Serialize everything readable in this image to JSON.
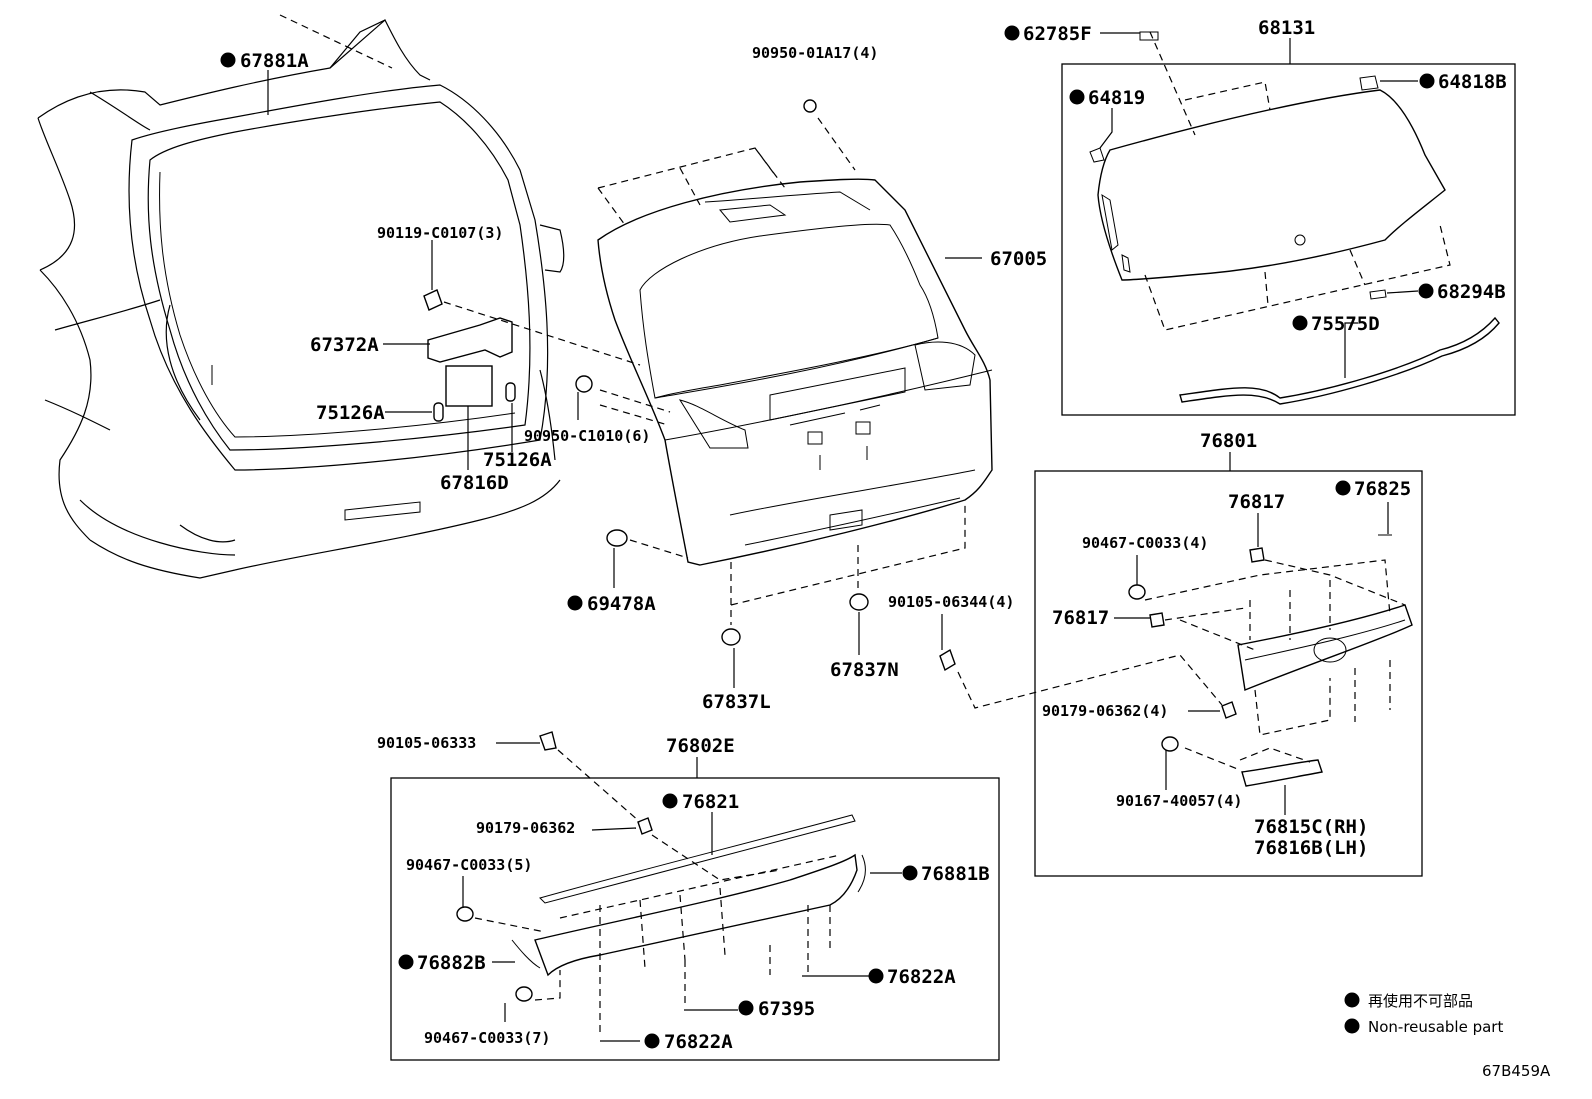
{
  "diagram_code": "67B459A",
  "legend": {
    "marker": "●",
    "ja": "再使用不可部品",
    "en": "Non-reusable part"
  },
  "labels": {
    "p67881A": "67881A",
    "p90950_01A17": "90950-01A17(4)",
    "p62785F": "62785F",
    "p68131": "68131",
    "p64819": "64819",
    "p64818B": "64818B",
    "p90119": "90119-C0107(3)",
    "p67005": "67005",
    "p68294B": "68294B",
    "p75575D": "75575D",
    "p67372A": "67372A",
    "p75126A_l": "75126A",
    "p75126A_r": "75126A",
    "p67816D": "67816D",
    "p90950_C1010": "90950-C1010(6)",
    "p76801": "76801",
    "p76817_top": "76817",
    "p76825": "76825",
    "p90467_4": "90467-C0033(4)",
    "p69478A": "69478A",
    "p90105_4": "90105-06344(4)",
    "p76817_mid": "76817",
    "p67837N": "67837N",
    "p67837L": "67837L",
    "p90179_4": "90179-06362(4)",
    "p90167": "90167-40057(4)",
    "p76815C": "76815C(RH)",
    "p76816B": "76816B(LH)",
    "p90105_06333": "90105-06333",
    "p76802E": "76802E",
    "p76821": "76821",
    "p90179_06362": "90179-06362",
    "p90467_5": "90467-C0033(5)",
    "p76881B": "76881B",
    "p76882B": "76882B",
    "p76822A_r": "76822A",
    "p67395": "67395",
    "p90467_7": "90467-C0033(7)",
    "p76822A_b": "76822A"
  }
}
